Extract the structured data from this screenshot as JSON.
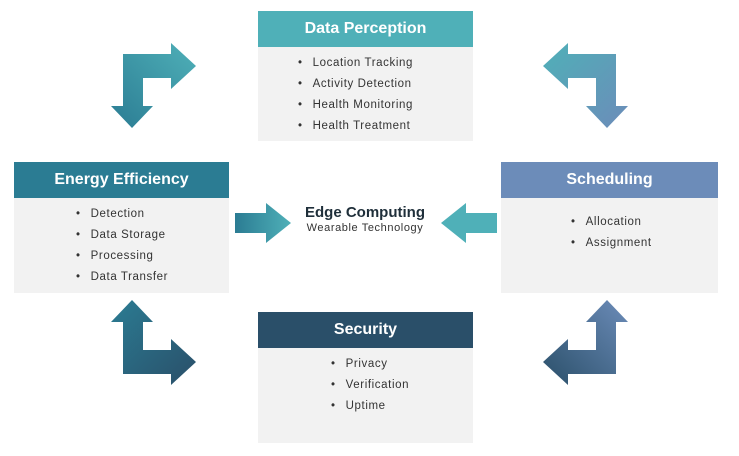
{
  "center": {
    "title": "Edge Computing",
    "subtitle": "Wearable Technology"
  },
  "boxes": {
    "perception": {
      "title": "Data Perception",
      "color": "#4fb0b8",
      "items": [
        "Location Tracking",
        "Activity Detection",
        "Health Monitoring",
        "Health Treatment"
      ]
    },
    "energy": {
      "title": "Energy Efficiency",
      "color": "#2b7c93",
      "items": [
        "Detection",
        "Data Storage",
        "Processing",
        "Data Transfer"
      ]
    },
    "scheduling": {
      "title": "Scheduling",
      "color": "#6c8cb9",
      "items": [
        "Allocation",
        "Assignment"
      ]
    },
    "security": {
      "title": "Security",
      "color": "#2a4f69",
      "items": [
        "Privacy",
        "Verification",
        "Uptime"
      ]
    }
  }
}
